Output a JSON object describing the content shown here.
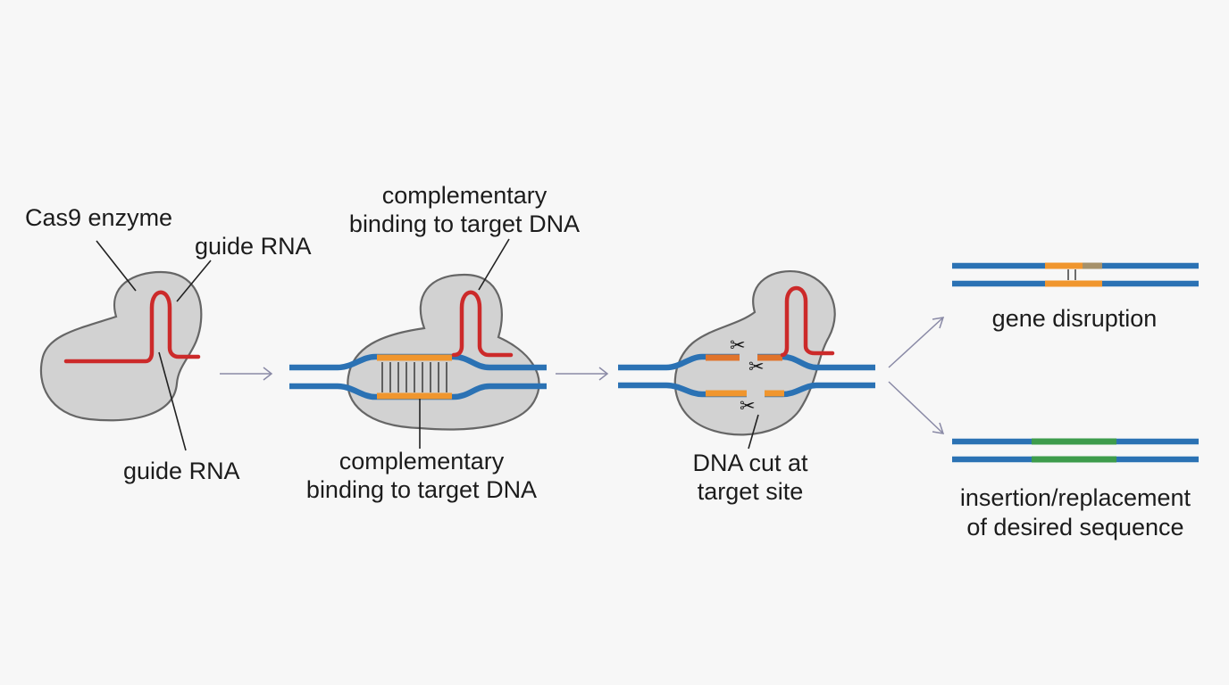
{
  "step1": {
    "enzyme_label": "Cas9 enzyme",
    "guide_rna_top_label": "guide RNA",
    "guide_rna_bottom_label": "guide RNA"
  },
  "step2": {
    "top_label_line1": "complementary",
    "top_label_line2": "binding to target DNA",
    "bottom_label_line1": "complementary",
    "bottom_label_line2": "binding to target DNA"
  },
  "step3": {
    "cut_label_line1": "DNA cut at",
    "cut_label_line2": "target site",
    "scissor_glyph": "✂"
  },
  "outcomes": {
    "disruption_label": "gene disruption",
    "insertion_label_line1": "insertion/replacement",
    "insertion_label_line2": "of desired sequence"
  },
  "colors": {
    "dna": "#2b72b4",
    "guide_rna": "#cc2a2a",
    "target_sequence": "#f0962e",
    "inserted_sequence": "#3e9c4c",
    "enzyme": "#d2d2d2"
  }
}
